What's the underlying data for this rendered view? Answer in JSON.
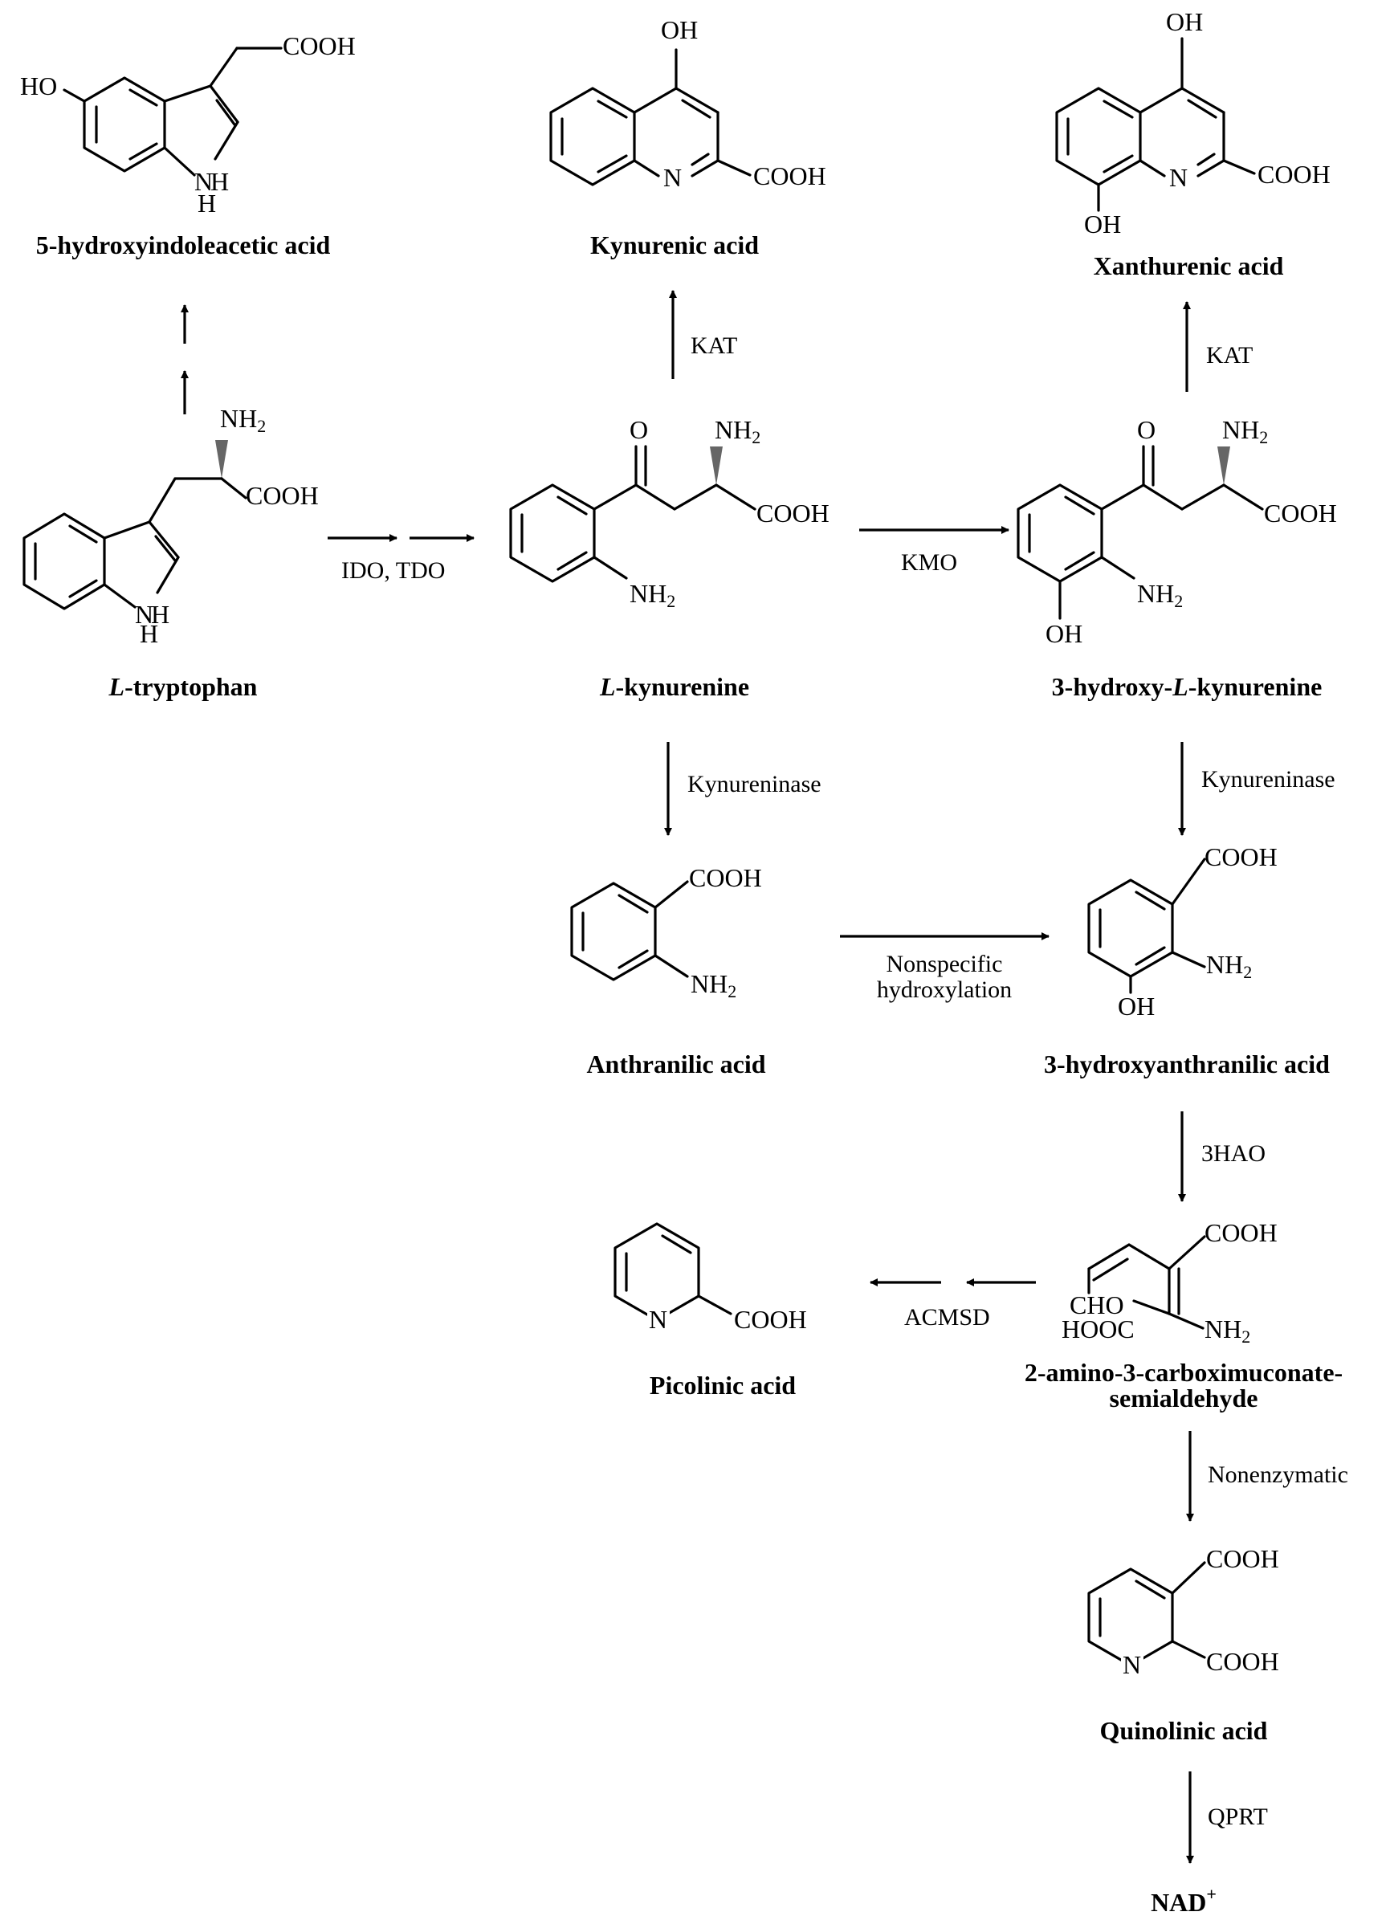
{
  "compounds": {
    "hiaa": "5-hydroxyindoleacetic acid",
    "kynurenic": "Kynurenic acid",
    "xanthurenic": "Xanthurenic acid",
    "tryptophan_prefix": "L",
    "tryptophan_suffix": "-tryptophan",
    "kynurenine_prefix": "L",
    "kynurenine_suffix": "-kynurenine",
    "hydroxykynurenine_a": "3-hydroxy-",
    "hydroxykynurenine_b": "L",
    "hydroxykynurenine_c": "-kynurenine",
    "anthranilic": "Anthranilic acid",
    "hydroxyanthranilic": "3-hydroxyanthranilic acid",
    "acms_line1": "2-amino-3-carboximuconate-",
    "acms_line2": "semialdehyde",
    "picolinic": "Picolinic acid",
    "quinolinic": "Quinolinic acid",
    "nad_base": "NAD",
    "nad_sup": "+"
  },
  "enzymes": {
    "ido_tdo": "IDO, TDO",
    "kat_left": "KAT",
    "kat_right": "KAT",
    "kmo": "KMO",
    "kynureninase_left": "Kynureninase",
    "kynureninase_right": "Kynureninase",
    "nonspecific_1": "Nonspecific",
    "nonspecific_2": "hydroxylation",
    "hao": "3HAO",
    "acmsd": "ACMSD",
    "nonenzymatic": "Nonenzymatic",
    "qprt": "QPRT"
  },
  "groups": {
    "cooh": "COOH",
    "hooc": "HOOC",
    "oh": "OH",
    "ho": "HO",
    "nh": "NH",
    "n": "N",
    "h": "H",
    "o": "O",
    "cho": "CHO",
    "sub2": "2"
  }
}
